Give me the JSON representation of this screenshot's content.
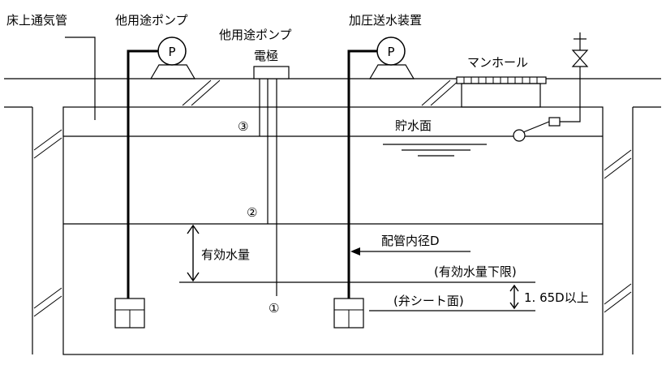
{
  "labels": {
    "floor_vent_pipe": "床上通気管",
    "other_pump_left": "他用途ポンプ",
    "other_pump_electrode_line1": "他用途ポンプ",
    "other_pump_electrode_line2": "電極",
    "pressure_feed_device": "加圧送水装置",
    "manhole": "マンホール",
    "storage_surface": "貯水面",
    "effective_water_volume": "有効水量",
    "pipe_inner_diameter": "配管内径D",
    "effective_volume_lower_limit": "(有効水量下限)",
    "valve_seat_surface": "(弁シート面)",
    "clearance_rule": "1. 65D以上",
    "electrode_marker_1": "①",
    "electrode_marker_2": "②",
    "electrode_marker_3": "③",
    "pump_symbol": "P"
  }
}
